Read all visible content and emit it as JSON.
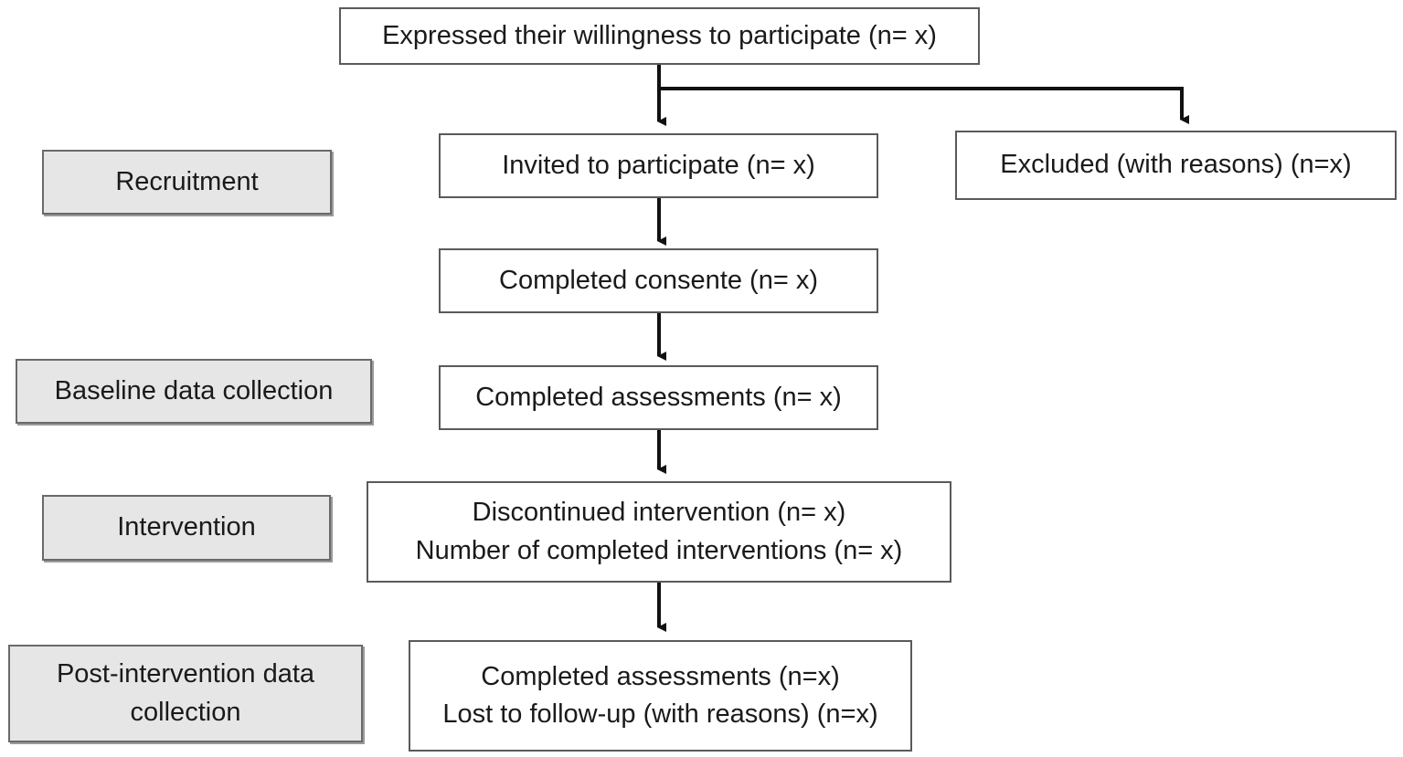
{
  "stages": {
    "recruitment": "Recruitment",
    "baseline": "Baseline data collection",
    "intervention": "Intervention",
    "post_line1": "Post-intervention data",
    "post_line2": "collection"
  },
  "flow": {
    "expressed": "Expressed their willingness to participate (n= x)",
    "invited": "Invited to participate (n= x)",
    "excluded": "Excluded (with reasons) (n=x)",
    "consent": "Completed consente (n= x)",
    "baseline_assessments": "Completed assessments (n= x)",
    "discontinued": "Discontinued intervention (n= x)",
    "completed_interventions": "Number of completed interventions (n= x)",
    "post_assessments": "Completed assessments (n=x)",
    "lost_followup": "Lost to follow-up (with reasons) (n=x)"
  },
  "colors": {
    "stage_fill": "#e6e6e6",
    "box_border": "#5a5a5a",
    "arrow": "#111111"
  }
}
